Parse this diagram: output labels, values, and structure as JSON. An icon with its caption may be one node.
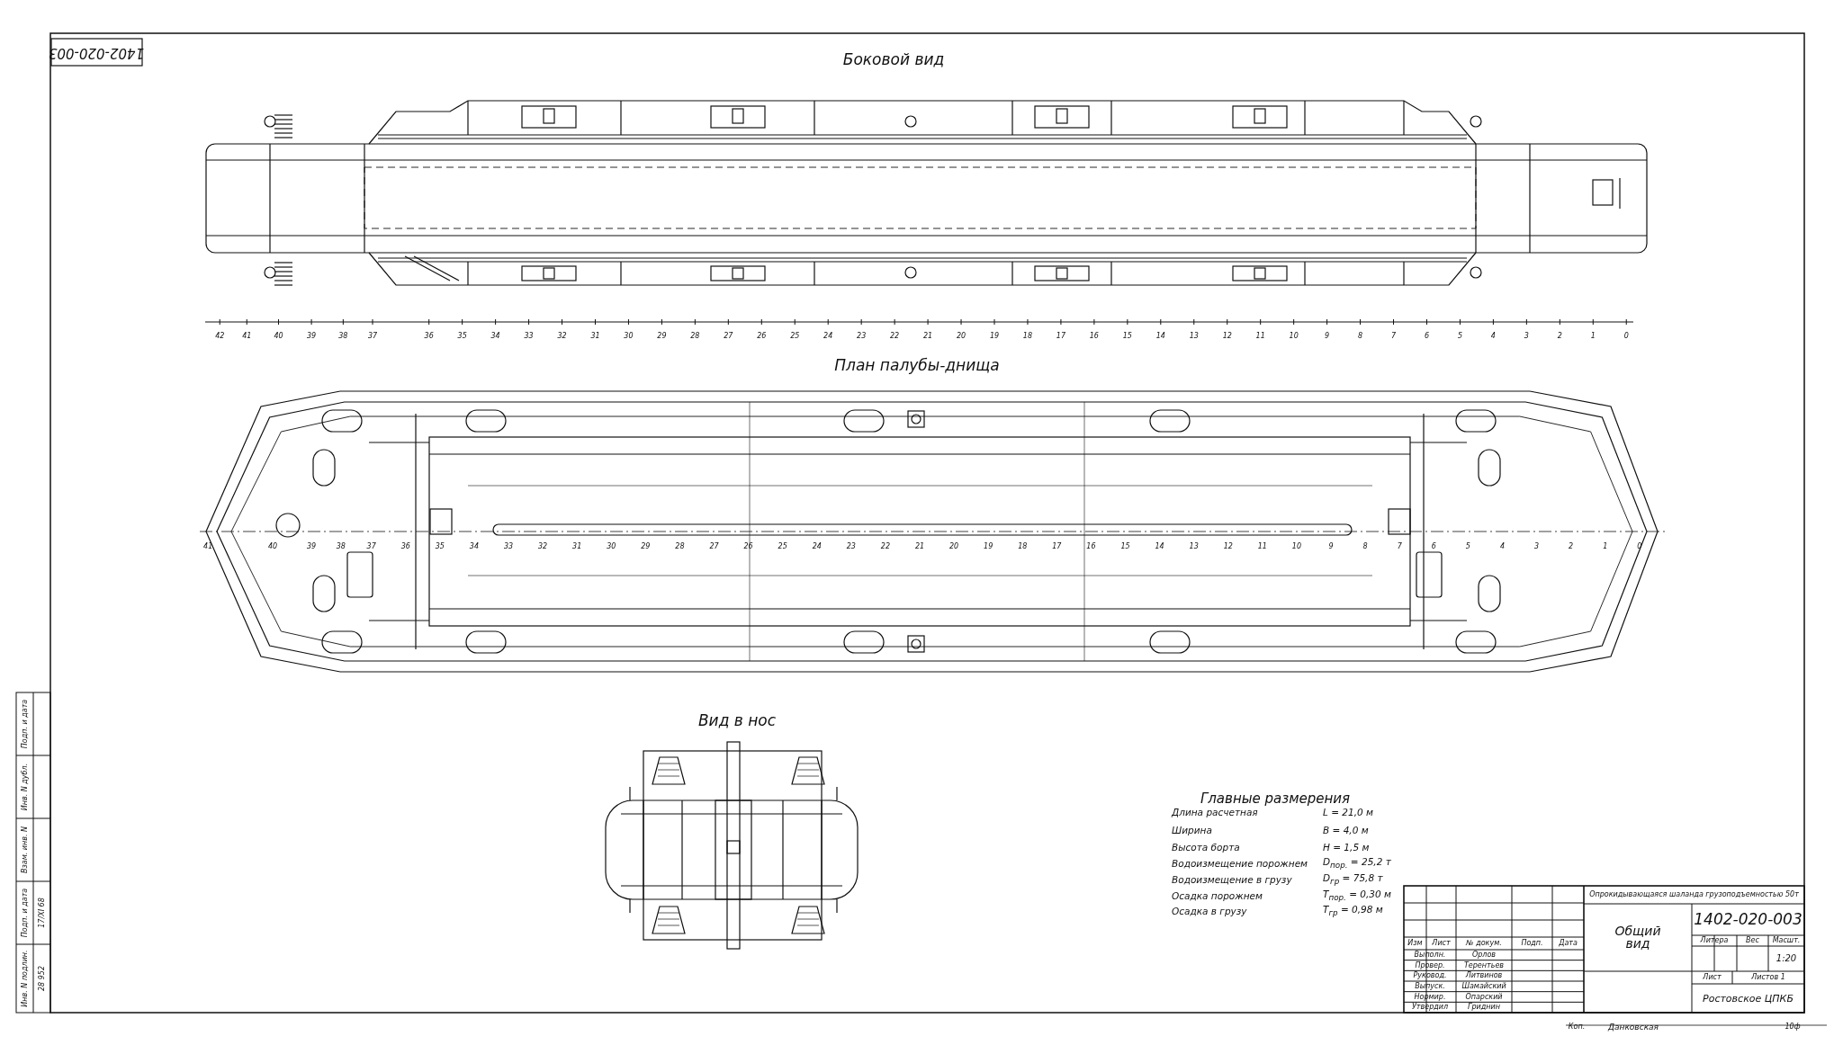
{
  "diagram": {
    "nodes": [
      {
        "text": [
          "Боковой вид"
        ]
      },
      {
        "text": [
          "План палубы-днища"
        ]
      },
      {
        "text": [
          "Вид в нос"
        ]
      }
    ],
    "labels": [
      "1402-020-003",
      "42",
      "41",
      "40",
      "39",
      "38",
      "37",
      "36",
      "35",
      "34",
      "33",
      "32",
      "31",
      "30",
      "29",
      "28",
      "27",
      "26",
      "25",
      "24",
      "23",
      "22",
      "21",
      "20",
      "19",
      "18",
      "17",
      "16",
      "15",
      "14",
      "13",
      "12",
      "11",
      "10",
      "9",
      "8",
      "7",
      "6",
      "5",
      "4",
      "3",
      "2",
      "1",
      "0",
      "41",
      "40",
      "39",
      "38",
      "37",
      "36",
      "35",
      "34",
      "33",
      "32",
      "31",
      "30",
      "29",
      "28",
      "27",
      "26",
      "25",
      "24",
      "23",
      "22",
      "21",
      "20",
      "19",
      "18",
      "17",
      "16",
      "15",
      "14",
      "13",
      "12",
      "11",
      "10",
      "9",
      "8",
      "7",
      "6",
      "5",
      "4",
      "3",
      "2",
      "1",
      "0",
      "Главные размерения",
      "Длина расчетная",
      "L = 21,0 м",
      "Ширина",
      "B = 4,0 м",
      "Высота борта",
      "H = 1,5 м",
      "Водоизмещение порожнем",
      "D$_{пор.}$ = 25,2 т",
      "Водоизмещение в грузу",
      "D$_{гр}$ = 75,8 т",
      "Осадка порожнем",
      "T$_{пор.}$ = 0,30 м",
      "Осадка в грузу",
      "T$_{гр}$ = 0,98 м",
      "Изм",
      "Лист",
      "№ докум.",
      "Подп.",
      "Дата",
      "Выполн.",
      "Орлов",
      "Провер.",
      "Терентьев",
      "Руковод.",
      "Литвинов",
      "Выпуск.",
      "Шамайский",
      "Нормир.",
      "Опарский",
      "Утвердил",
      "Гриднин",
      "Опрокидывающаяся шаланда грузоподъемностью 50т",
      "Общий вид",
      "1402-020-003",
      "Литера",
      "Вес",
      "Масшт.",
      "1:20",
      "Лист",
      "Листов 1",
      "Ростовское ЦПКБ",
      "Коп.",
      "Данковская",
      "10ф",
      "Инв. N подлин.",
      "28 952",
      "Подп. и дата",
      "17/XI 68",
      "Взам. инв. N",
      "Инв. N дубл.",
      "Подп. и дата"
    ]
  }
}
